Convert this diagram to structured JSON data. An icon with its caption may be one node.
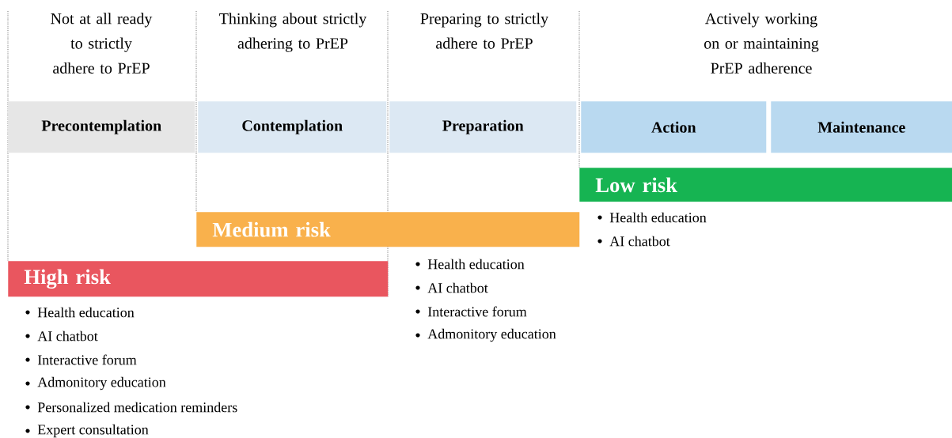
{
  "diagram": {
    "nodes": [
      {
        "text": [
          "Precontemplation"
        ]
      },
      {
        "text": [
          "Contemplation"
        ]
      },
      {
        "text": [
          "Preparation"
        ]
      },
      {
        "text": [
          "Action"
        ]
      },
      {
        "text": [
          "Maintenance"
        ]
      },
      {
        "text": [
          "Low risk"
        ],
        "beside": [
          "Health education",
          "AI chatbot"
        ]
      },
      {
        "text": [
          "Medium risk"
        ],
        "beside": [
          "Health education",
          "AI chatbot",
          "Interactive forum",
          "Admonitory education"
        ]
      },
      {
        "text": [
          "High risk"
        ],
        "beside": [
          "Health education",
          "AI chatbot",
          "Interactive forum",
          "Admonitory education",
          "Personalized medication reminders",
          "Expert consultation"
        ]
      }
    ],
    "edges": [],
    "labels": [
      "Not at all ready to strictly adhere to PrEP",
      "Thinking about strictly adhering to PrEP",
      "Preparing to strictly adhere to PrEP",
      "Actively working on or maintaining PrEP adherence"
    ]
  }
}
